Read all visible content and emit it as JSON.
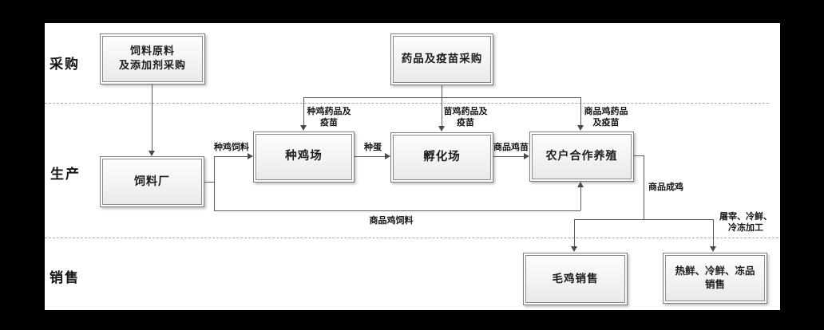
{
  "diagram": {
    "title_hint": "poultry-supply-chain-flowchart",
    "row_labels": {
      "procurement": "采购",
      "production": "生产",
      "sales": "销售"
    },
    "nodes": {
      "feed_material_procurement": "饲料原料\n及添加剂采购",
      "drug_vaccine_procurement": "药品及疫苗采购",
      "feed_factory": "饲料厂",
      "breeder_chicken_farm": "种鸡场",
      "hatchery": "孵化场",
      "farmer_coop_breeding": "农户合作养殖",
      "live_chicken_sales": "毛鸡销售",
      "fresh_frozen_sales": "热鲜、冷鲜、冻品\n销售"
    },
    "edge_labels": {
      "breeder_drug_vaccine": "种鸡药品及\n疫苗",
      "chick_drug_vaccine": "苗鸡药品及\n疫苗",
      "commodity_drug_vaccine": "商品鸡药品\n及疫苗",
      "breeder_feed": "种鸡饲料",
      "breeding_egg": "种蛋",
      "commodity_chick": "商品鸡苗",
      "commodity_feed": "商品鸡饲料",
      "commodity_adult_chicken": "商品成鸡",
      "slaughter_processing": "屠宰、冷鲜、\n冷冻加工"
    },
    "colors": {
      "background": "#000000",
      "panel": "#ffffff",
      "box_border": "#7e7e7e",
      "box_fill": "#f3f3f3",
      "line": "#5a5a5a",
      "dashed_separator": "#a9a9a9",
      "text": "#1c1c1c"
    }
  }
}
